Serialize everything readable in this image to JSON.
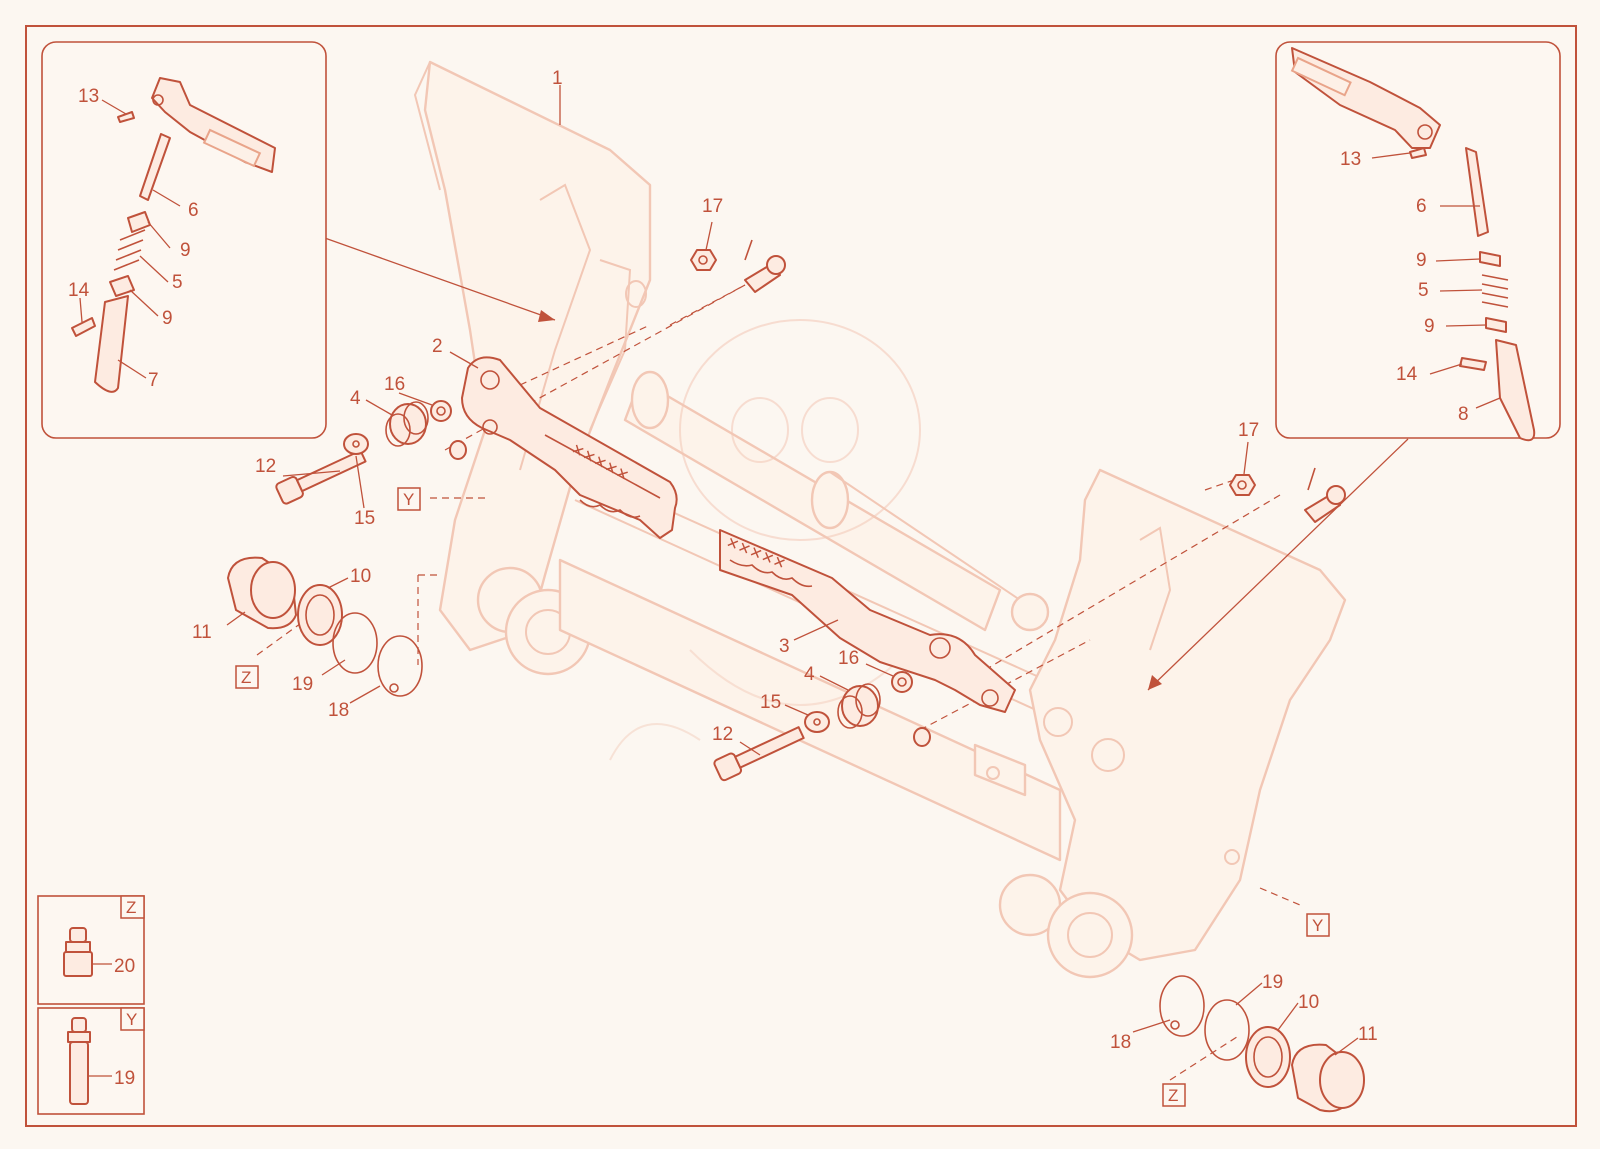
{
  "colors": {
    "accent": "#c0523b",
    "ghost": "#f2c7b5",
    "background": "#fcf7f1"
  },
  "callouts": {
    "c1": "1",
    "c2": "2",
    "c3": "3",
    "c4a": "4",
    "c4b": "4",
    "c5l": "5",
    "c5r": "5",
    "c6l": "6",
    "c6r": "6",
    "c7": "7",
    "c8": "8",
    "c9l1": "9",
    "c9l2": "9",
    "c9r1": "9",
    "c9r2": "9",
    "c10a": "10",
    "c10b": "10",
    "c11a": "11",
    "c11b": "11",
    "c12a": "12",
    "c12b": "12",
    "c13l": "13",
    "c13r": "13",
    "c14l": "14",
    "c14r": "14",
    "c15a": "15",
    "c15b": "15",
    "c16a": "16",
    "c16b": "16",
    "c17a": "17",
    "c17b": "17",
    "c18a": "18",
    "c18b": "18",
    "c19a": "19",
    "c19b": "19",
    "c20": "20",
    "c19y": "19"
  },
  "letters": {
    "y_left": "Y",
    "y_right": "Y",
    "z_left": "Z",
    "z_right": "Z",
    "detail_z": "Z",
    "detail_y": "Y"
  }
}
